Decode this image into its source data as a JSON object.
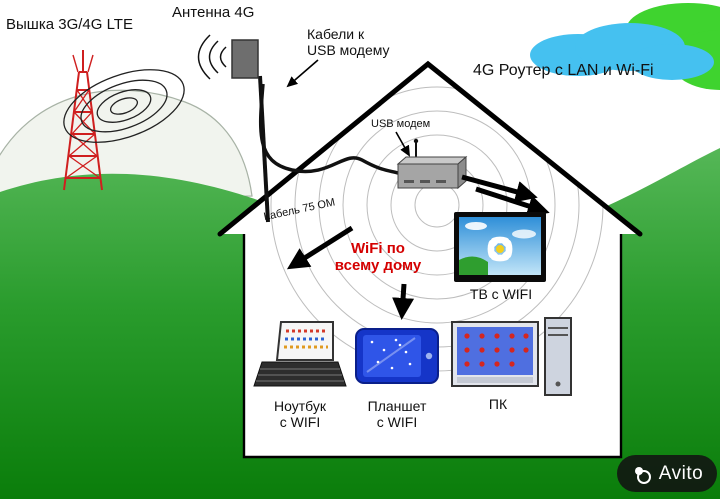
{
  "diagram": {
    "labels": {
      "tower": "Вышка 3G/4G LTE",
      "antenna": "Антенна 4G",
      "cables": "Кабели к\nUSB модему",
      "router": "4G Роутер с LAN и Wi-Fi",
      "usb_modem": "USB модем",
      "cable_75": "Кабель 75 ОМ",
      "wifi_zone": "WiFi по\nвсему дому",
      "tv": "ТВ с WIFI",
      "laptop": "Ноутбук\nс WIFI",
      "tablet": "Планшет\nс WIFI",
      "pc": "ПК"
    },
    "colors": {
      "wifi_text_red": "#d40000",
      "grass_light": "#55b757",
      "grass_dark": "#0a7d0a",
      "cloud_blue": "#45c1f0",
      "cloud_green": "#3fd32f",
      "tower_red": "#cf1f1f",
      "tv_sky": "#3b9be0",
      "tablet_blue": "#1535c8"
    }
  },
  "watermark": {
    "brand": "Avito"
  }
}
